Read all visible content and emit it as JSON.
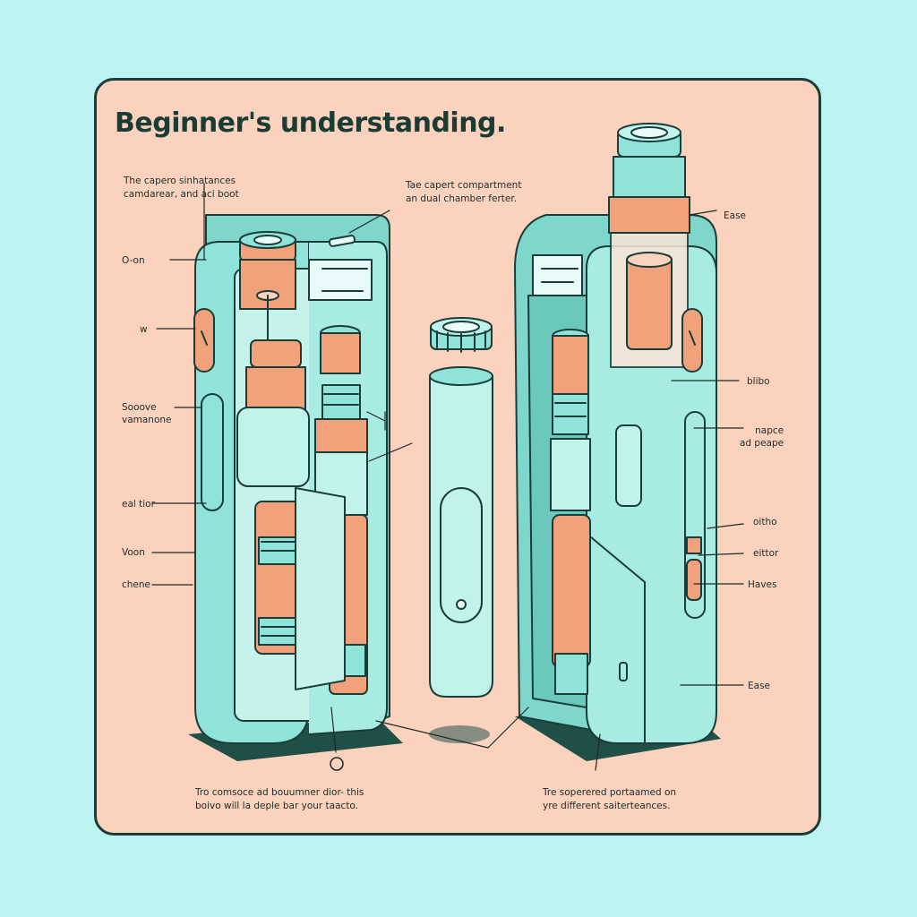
{
  "title": "Beginner's understanding.",
  "notes": {
    "top_left": [
      "The capero sinhatances",
      "camdarear, and aci boot"
    ],
    "top_center": [
      "Tae capert compartment",
      "an dual chamber ferter."
    ],
    "bottom_left": [
      "Tro comsoce ad bouumner dior- this",
      "boivo will la deple bar your taacto."
    ],
    "bottom_right": [
      "Tre soperered portaamed on",
      "yre different saiterteances."
    ]
  },
  "left_labels": [
    {
      "id": "o-on",
      "text": "O-on"
    },
    {
      "id": "w",
      "text": "w"
    },
    {
      "id": "socope",
      "text": "Sooove\nvamanone"
    },
    {
      "id": "eal-tior",
      "text": "eal tior"
    },
    {
      "id": "voon",
      "text": "Voon"
    },
    {
      "id": "chene",
      "text": "chene"
    }
  ],
  "right_labels": [
    {
      "id": "ease-top",
      "text": "Ease"
    },
    {
      "id": "blibo",
      "text": "blibo"
    },
    {
      "id": "napce",
      "text": "napce\nad peape"
    },
    {
      "id": "oitho",
      "text": "oitho"
    },
    {
      "id": "eittor",
      "text": "eittor"
    },
    {
      "id": "haves",
      "text": "Haves"
    },
    {
      "id": "ease-bottom",
      "text": "Ease"
    }
  ],
  "colors": {
    "background": "#bdf3f1",
    "card": "#fbd2bd",
    "device_teal": "#8fe3d8",
    "device_teal_light": "#bff3ec",
    "accent_orange": "#f2a27a",
    "outline": "#1a3d3a"
  }
}
